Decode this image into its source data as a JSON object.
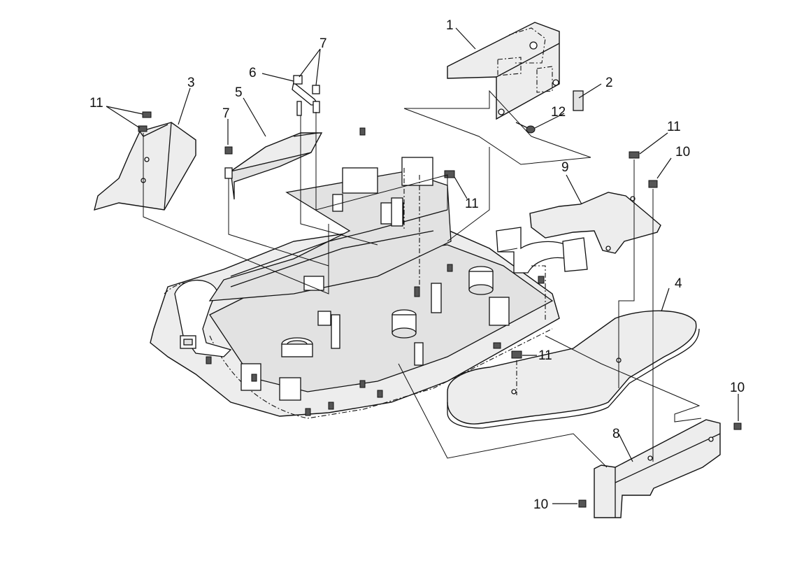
{
  "callouts": {
    "c1": "1",
    "c2": "2",
    "c3": "3",
    "c4": "4",
    "c5": "5",
    "c6": "6",
    "c7a": "7",
    "c7b": "7",
    "c8": "8",
    "c9": "9",
    "c10a": "10",
    "c10b": "10",
    "c10c": "10",
    "c11a": "11",
    "c11b": "11",
    "c11c": "11",
    "c11d": "11",
    "c12": "12"
  }
}
